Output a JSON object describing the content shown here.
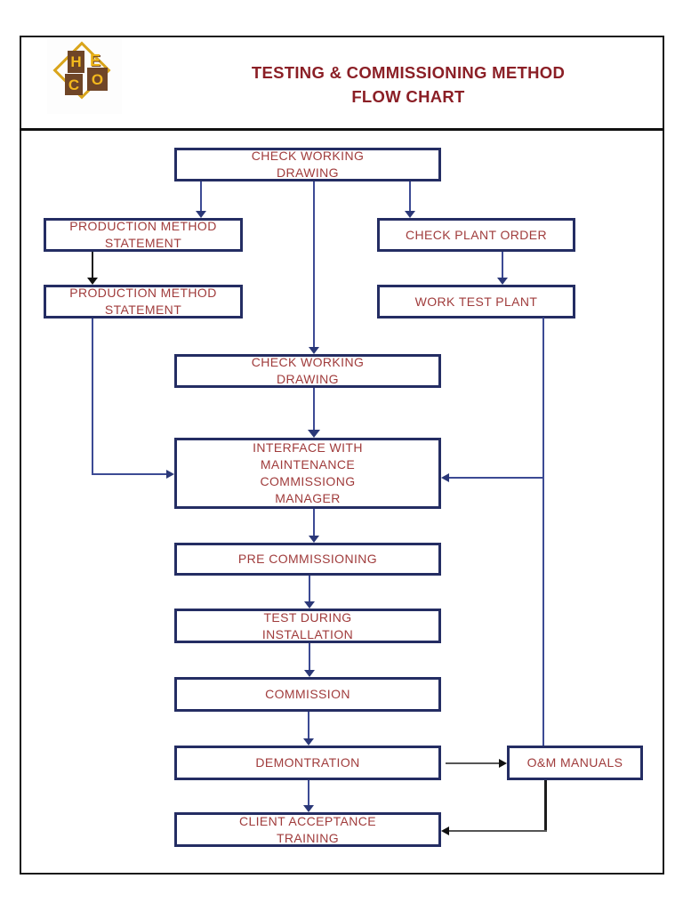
{
  "header": {
    "title": "TESTING & COMMISSIONING METHOD\nFLOW CHART"
  },
  "logo": {
    "letters": [
      "H",
      "E",
      "C",
      "O"
    ]
  },
  "flowchart": {
    "nodes": [
      {
        "id": "check-working-drawing-1",
        "label": "CHECK WORKING\nDRAWING"
      },
      {
        "id": "production-method-statement-1",
        "label": "PRODUCTION METHOD\nSTATEMENT"
      },
      {
        "id": "check-plant-order",
        "label": "CHECK PLANT ORDER"
      },
      {
        "id": "production-method-statement-2",
        "label": "PRODUCTION METHOD\nSTATEMENT"
      },
      {
        "id": "work-test-plant",
        "label": "WORK TEST PLANT"
      },
      {
        "id": "check-working-drawing-2",
        "label": "CHECK WORKING\nDRAWING"
      },
      {
        "id": "interface-with-maintenance",
        "label": "INTERFACE WITH\nMAINTENANCE\nCOMMISSIONG\nMANAGER"
      },
      {
        "id": "pre-commissioning",
        "label": "PRE COMMISSIONING"
      },
      {
        "id": "test-during-installation",
        "label": "TEST DURING\nINSTALLATION"
      },
      {
        "id": "commission",
        "label": "COMMISSION"
      },
      {
        "id": "demontration",
        "label": "DEMONTRATION"
      },
      {
        "id": "om-manuals",
        "label": "O&M MANUALS"
      },
      {
        "id": "client-acceptance-training",
        "label": "CLIENT ACCEPTANCE\nTRAINING"
      }
    ]
  },
  "colors": {
    "box_border_navy": "#242d63",
    "arrow_navy": "#3c4a94",
    "box_text_maroon": "#a03c3c",
    "title_maroon": "#8b1f26",
    "black_connector": "#1c1c1c",
    "logo_brown": "#6f4527",
    "logo_gold": "#d9a51c",
    "page_border": "#1a1a1a"
  }
}
